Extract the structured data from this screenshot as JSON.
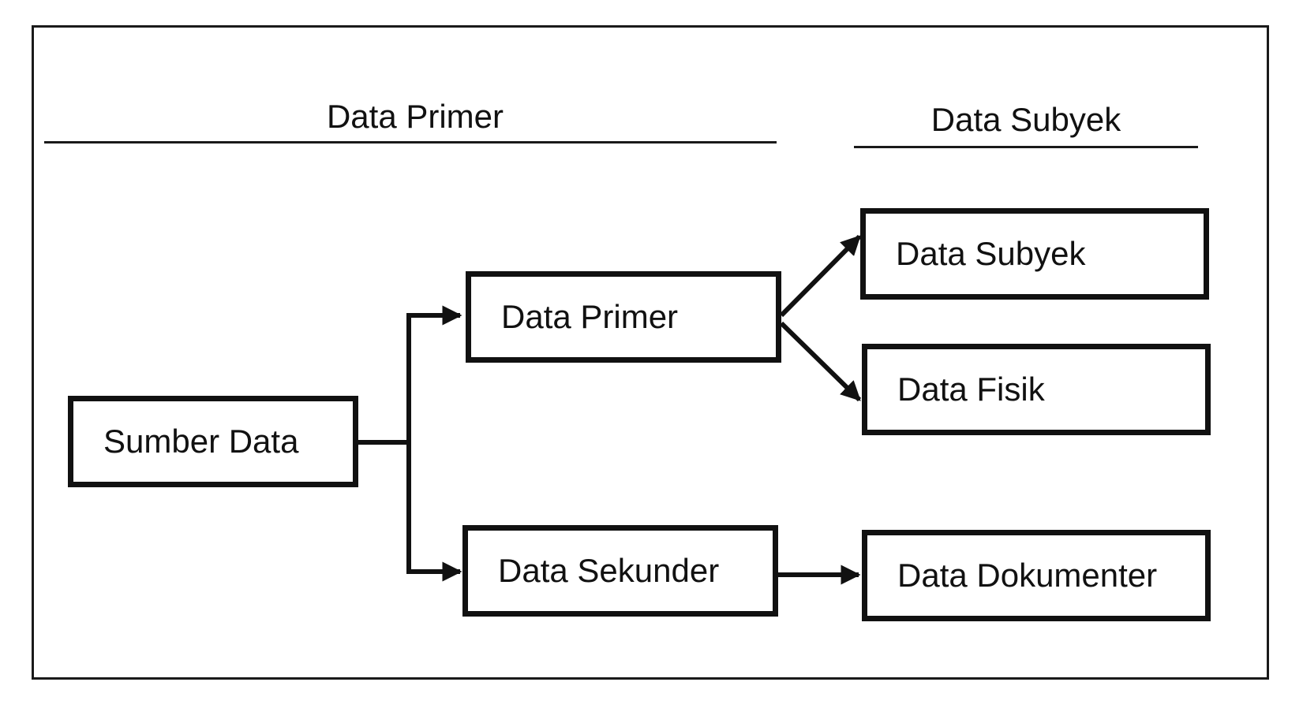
{
  "headers": {
    "left": "Data Primer",
    "right": "Data Subyek"
  },
  "nodes": {
    "sumber_data": "Sumber Data",
    "data_primer": "Data Primer",
    "data_sekunder": "Data Sekunder",
    "data_subyek": "Data Subyek",
    "data_fisik": "Data Fisik",
    "data_dokumenter": "Data Dokumenter"
  },
  "edges": [
    {
      "from": "sumber_data",
      "to": "data_primer"
    },
    {
      "from": "sumber_data",
      "to": "data_sekunder"
    },
    {
      "from": "data_primer",
      "to": "data_subyek"
    },
    {
      "from": "data_primer",
      "to": "data_fisik"
    },
    {
      "from": "data_sekunder",
      "to": "data_dokumenter"
    }
  ],
  "colors": {
    "stroke": "#111111",
    "background": "#ffffff"
  }
}
